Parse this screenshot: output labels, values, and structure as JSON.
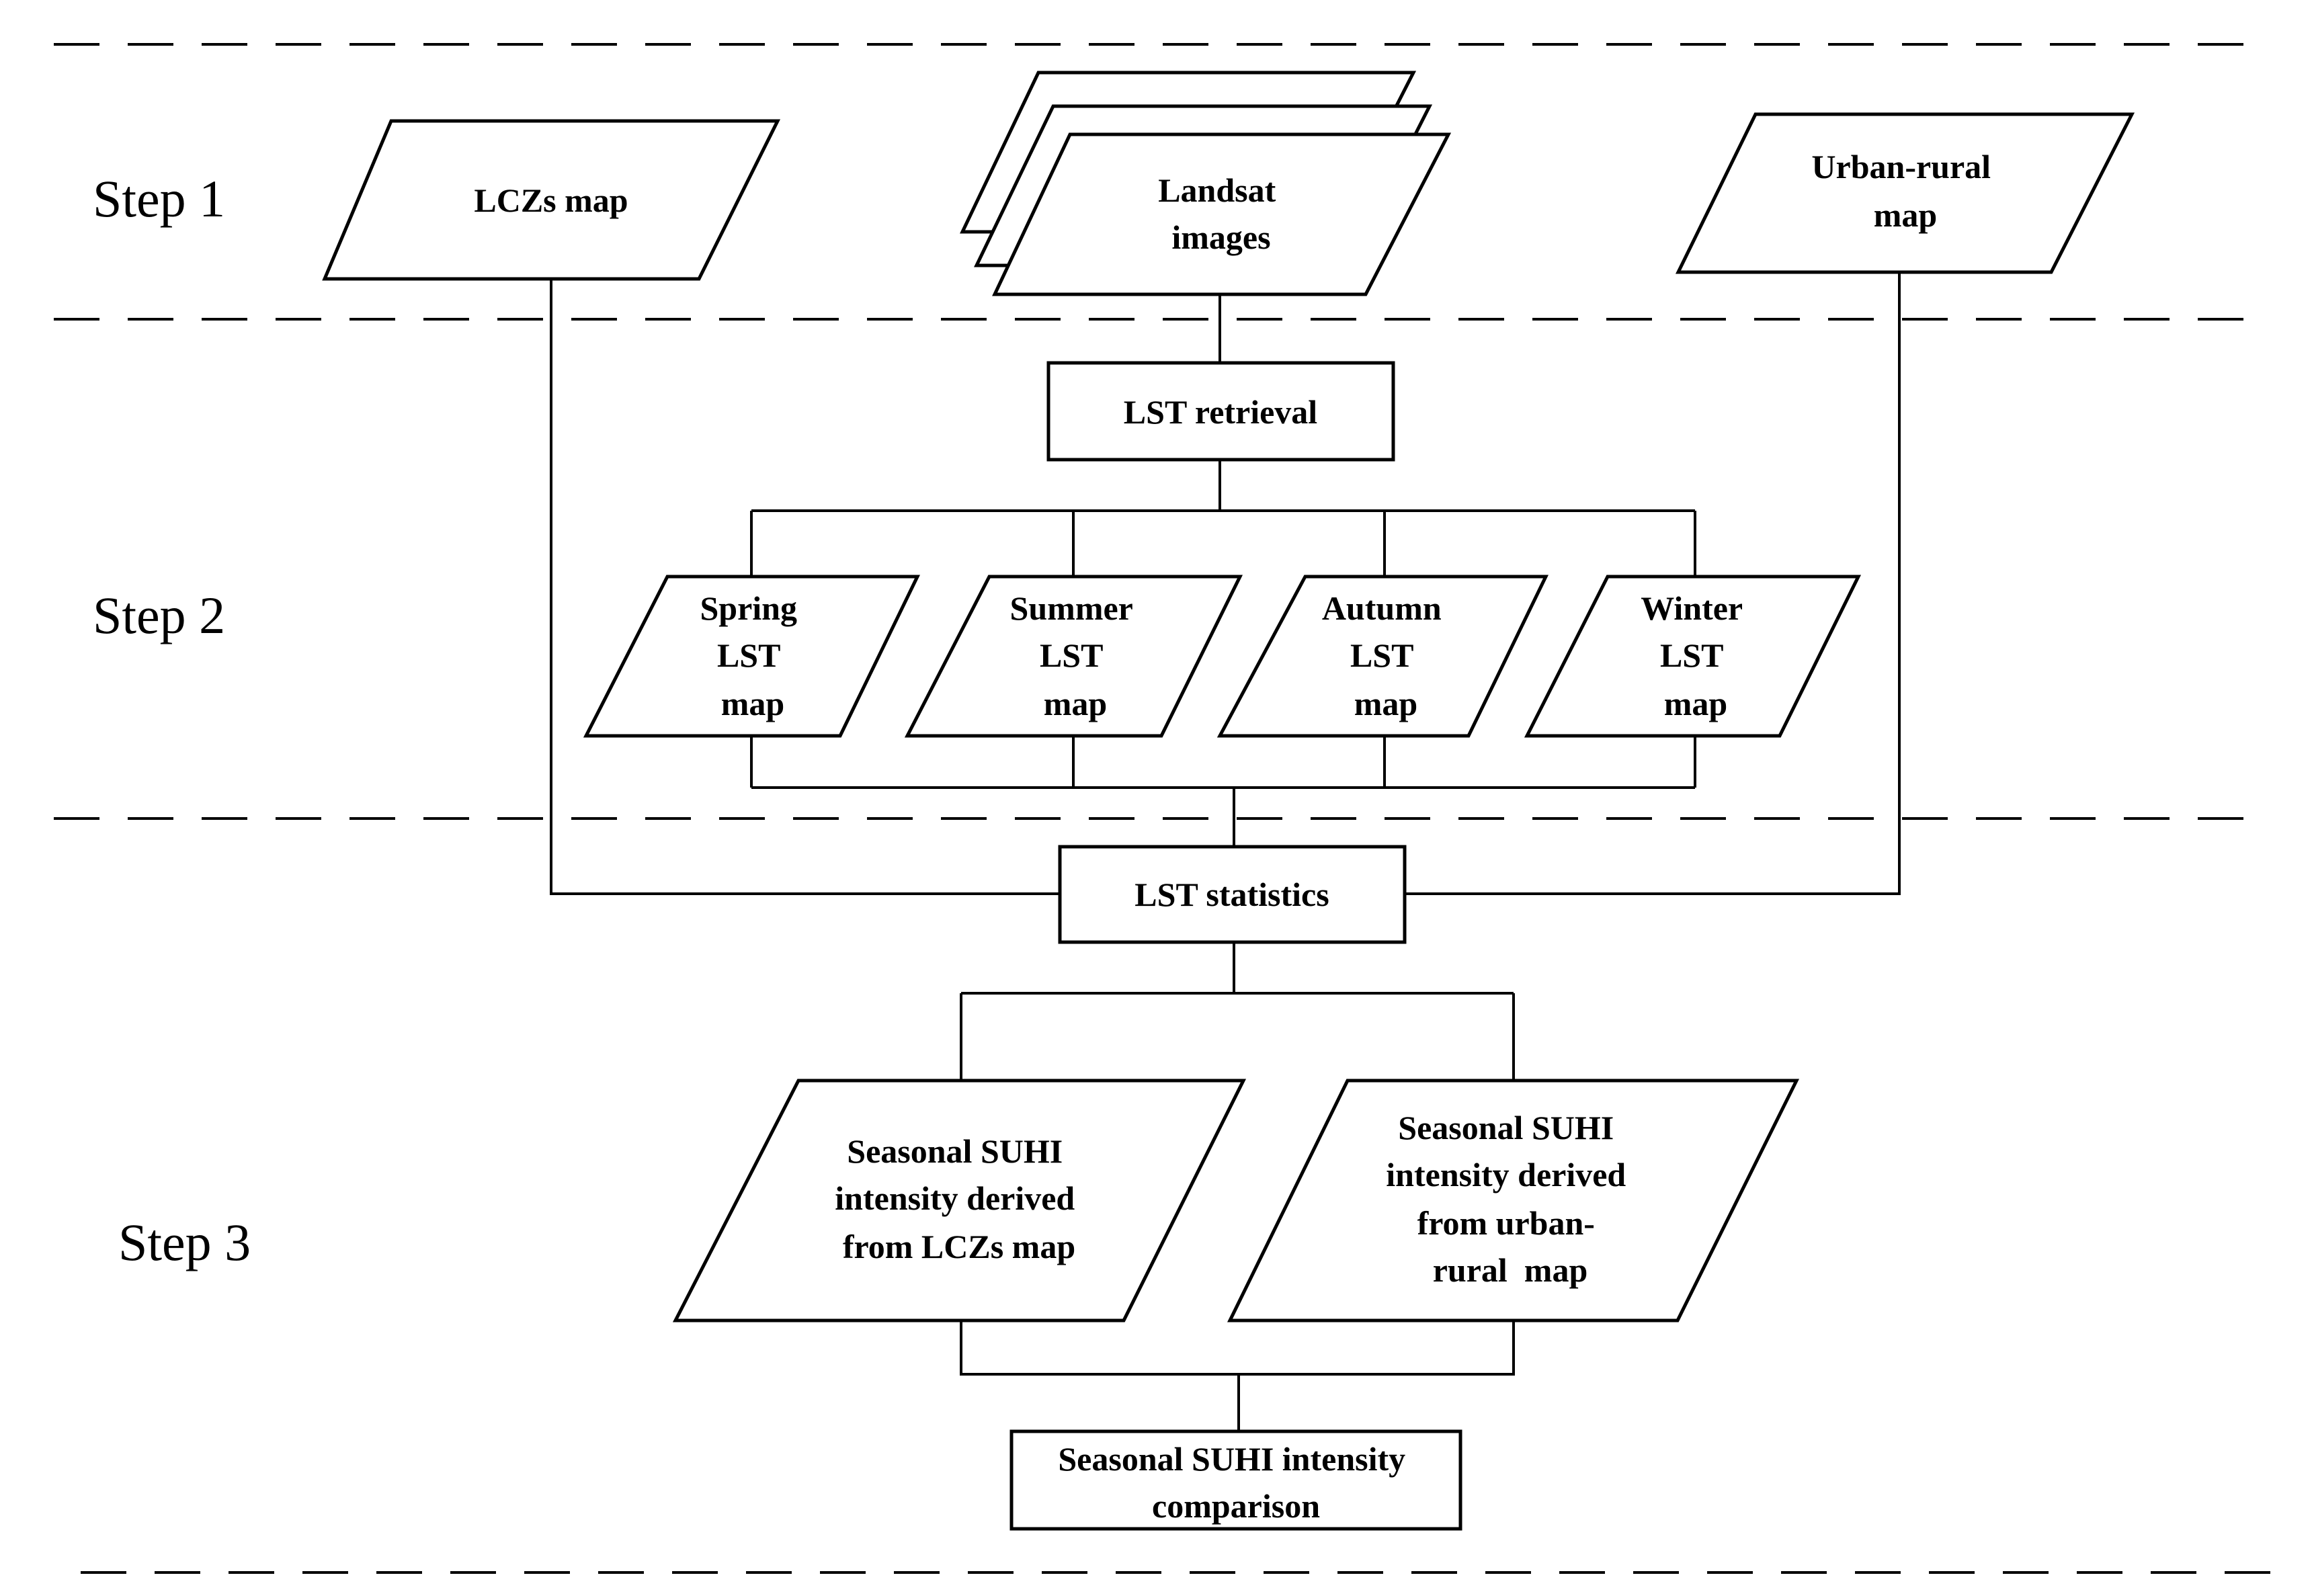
{
  "steps": {
    "step1": "Step 1",
    "step2": "Step 2",
    "step3": "Step 3"
  },
  "nodes": {
    "lczs_map": [
      "LCZs map"
    ],
    "landsat_images": [
      "Landsat",
      "images"
    ],
    "urban_rural_map": [
      "Urban-rural",
      "map"
    ],
    "lst_retrieval": [
      "LST retrieval"
    ],
    "spring_lst_map": [
      "Spring",
      "LST",
      "map"
    ],
    "summer_lst_map": [
      "Summer",
      "LST",
      "map"
    ],
    "autumn_lst_map": [
      "Autumn",
      "LST",
      "map"
    ],
    "winter_lst_map": [
      "Winter",
      "LST",
      "map"
    ],
    "lst_statistics": [
      "LST statistics"
    ],
    "suhi_lczs": [
      "Seasonal SUHI",
      "intensity derived",
      "from LCZs map"
    ],
    "suhi_urban_rural": [
      "Seasonal SUHI",
      "intensity derived",
      "from urban-",
      "rural  map"
    ],
    "suhi_comparison": [
      "Seasonal SUHI intensity",
      "comparison"
    ]
  }
}
